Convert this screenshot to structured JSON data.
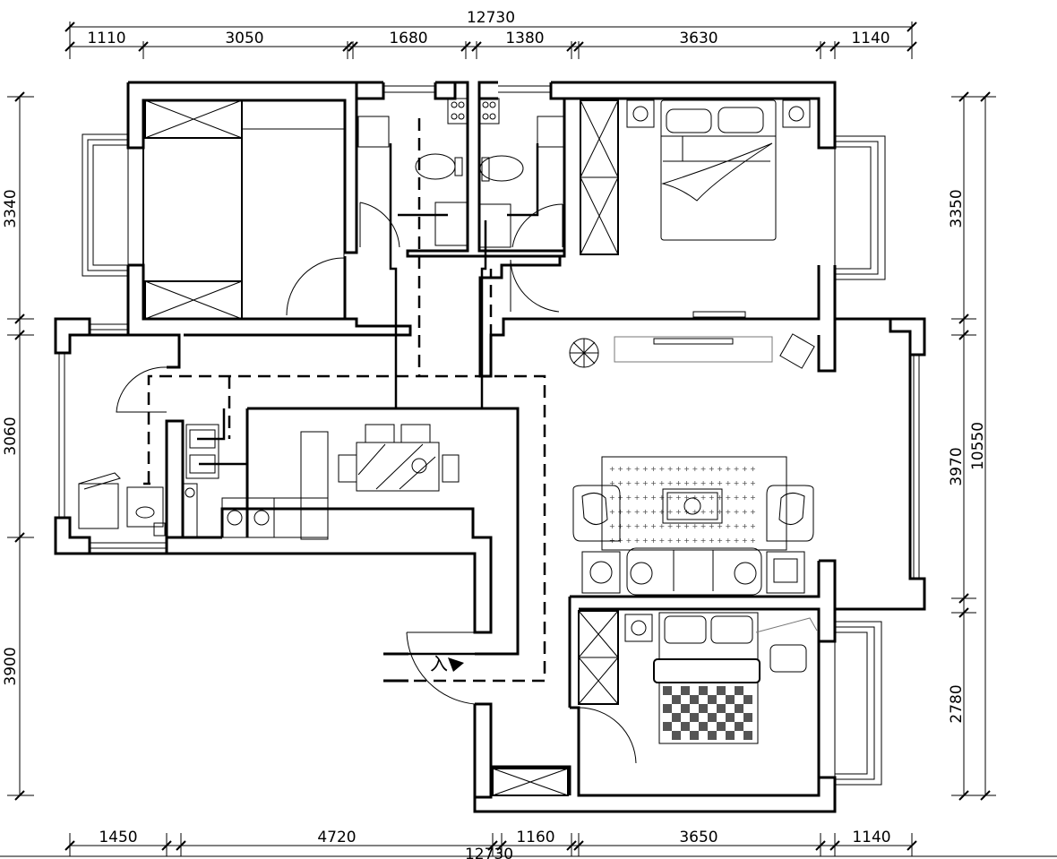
{
  "dimensions": {
    "top_total": "12730",
    "top_segments": [
      "1110",
      "3050",
      "1680",
      "1380",
      "3630",
      "1140"
    ],
    "bottom_total": "12730",
    "bottom_segments": [
      "1450",
      "4720",
      "1160",
      "3650",
      "1140"
    ],
    "left_segments": [
      "3340",
      "3060",
      "3900"
    ],
    "right_segments": [
      "3350",
      "3970",
      "2780"
    ],
    "right_total": "10550"
  },
  "labels": {
    "entrance": "入"
  }
}
